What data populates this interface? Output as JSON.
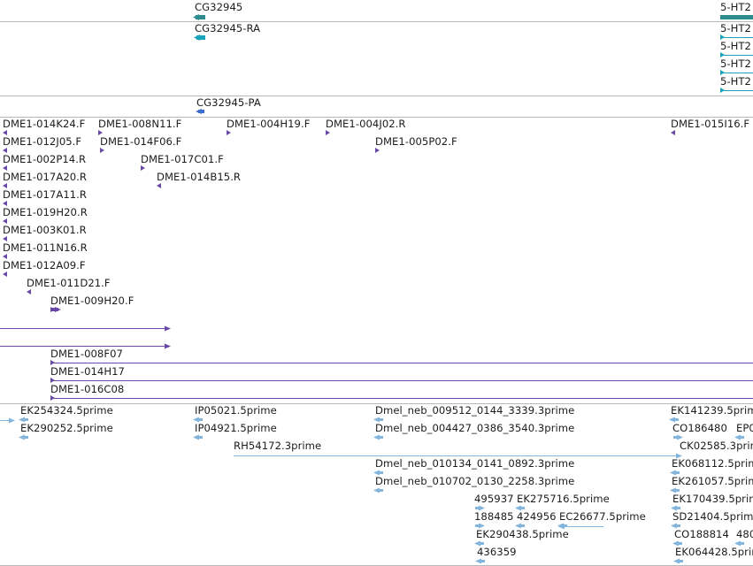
{
  "colors": {
    "gene": "#2e8b8e",
    "transcript": "#1aa3bd",
    "protein": "#3a6fd0",
    "clone": "#6a48a8",
    "est": "#82b4dc",
    "separator": "#b8b8b8",
    "label": "#1c1c1c"
  },
  "tracks": {
    "genes": {
      "labels": [
        "CG32945",
        "5-HT2"
      ]
    },
    "transcripts": {
      "labels": [
        "CG32945-RA",
        "5-HT2",
        "5-HT2",
        "5-HT2",
        "5-HT2"
      ]
    },
    "proteins": {
      "labels": [
        "CG32945-PA"
      ]
    },
    "clones": {
      "labels": [
        "DME1-014K24.F",
        "DME1-008N11.F",
        "DME1-004H19.F",
        "DME1-004J02.R",
        "DME1-015I16.F",
        "DME1-012J05.F",
        "DME1-014F06.F",
        "DME1-005P02.F",
        "DME1-002P14.R",
        "DME1-017C01.F",
        "DME1-017A20.R",
        "DME1-014B15.R",
        "DME1-017A11.R",
        "DME1-019H20.R",
        "DME1-003K01.R",
        "DME1-011N16.R",
        "DME1-012A09.F",
        "DME1-011D21.F",
        "DME1-009H20.F",
        "DME1-008F07",
        "DME1-014H17",
        "DME1-016C08"
      ]
    },
    "ests": {
      "labels": [
        "EK254324.5prime",
        "IP05021.5prime",
        "Dmel_neb_009512_0144_3339.3prime",
        "EK141239.5prim",
        "EK290252.5prime",
        "IP04921.5prime",
        "Dmel_neb_004427_0386_3540.3prime",
        "CO186480",
        "EP0",
        "RH54172.3prime",
        "CK02585.3prim",
        "Dmel_neb_010134_0141_0892.3prime",
        "EK068112.5prim",
        "Dmel_neb_010702_0130_2258.3prime",
        "EK261057.5prim",
        "495937",
        "EK275716.5prime",
        "EK170439.5prim",
        "188485",
        "424956",
        "EC26677.5prime",
        "SD21404.5prim",
        "EK290438.5prime",
        "CO188814",
        "480",
        "436359",
        "EK064428.5prim"
      ]
    }
  }
}
